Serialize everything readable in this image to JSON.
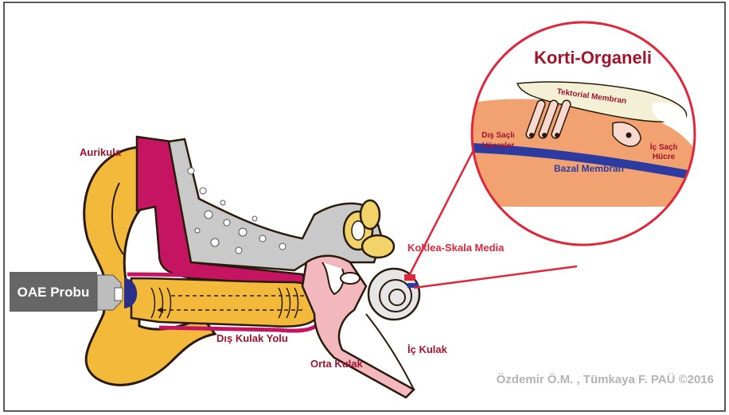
{
  "labels": {
    "aurikula": "Aurikula",
    "oae_probe": "OAE Probu",
    "external_canal": "Dış Kulak Yolu",
    "middle_ear": "Orta Kulak",
    "inner_ear": "İç Kulak",
    "cochlea": "Koklea-Skala Media"
  },
  "inset": {
    "title": "Korti-Organeli",
    "tectorial": "Tektorial Membran",
    "outer_hair_1": "Dış Saçlı",
    "outer_hair_2": "Hücreler",
    "inner_hair_1": "İç Saçlı",
    "inner_hair_2": "Hücre",
    "basilar": "Bazal Membran"
  },
  "credit": "Özdemir Ö.M. , Tümkaya F.  PAÜ ©2016",
  "colors": {
    "label_red": "#a0142c",
    "magenta": "#c41462",
    "skin": "#f2b93b",
    "pink": "#f3b7be",
    "bone": "#c9c9c9",
    "probe_gray": "#666666",
    "probe_blue": "#2a2f8a",
    "circle_red": "#e0263a",
    "organ_orange": "#f2a271",
    "basilar_blue": "#2d3aa0",
    "tectorial_cream": "#f3f0d6"
  }
}
